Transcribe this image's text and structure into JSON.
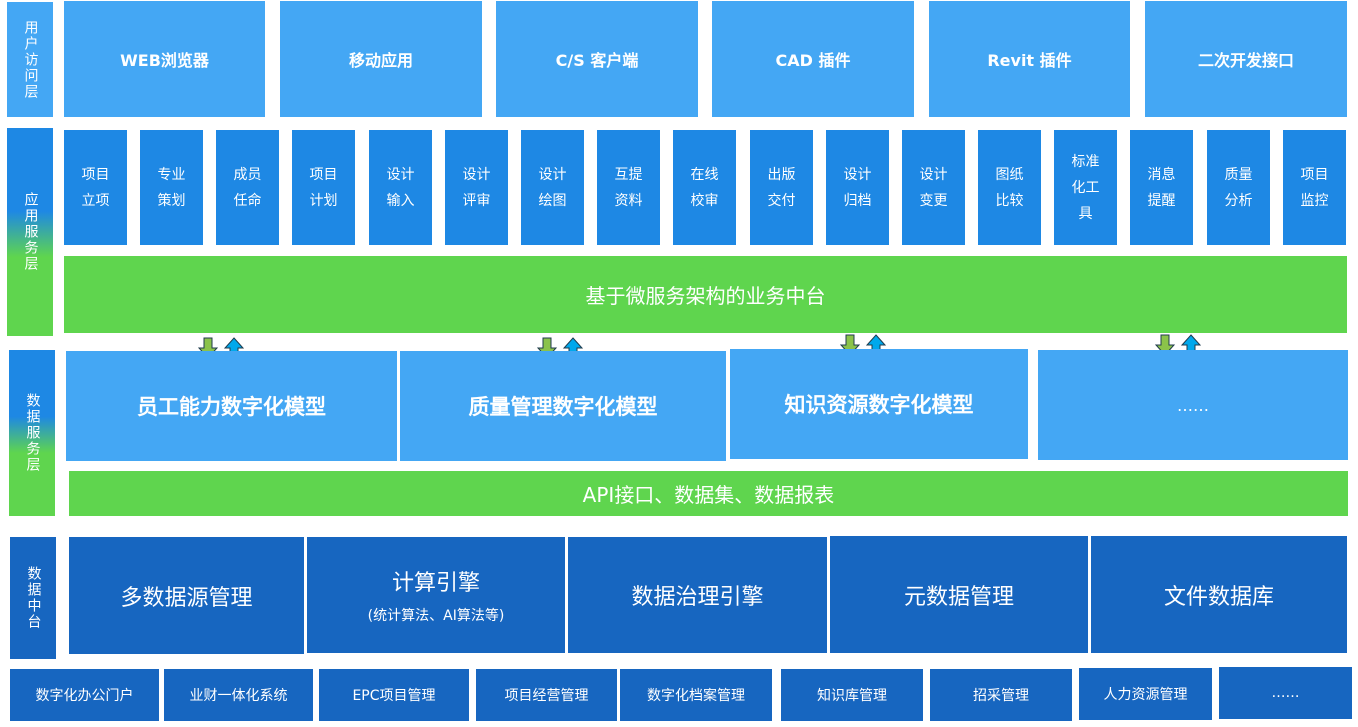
{
  "layers": {
    "access": "用户访问层",
    "app": "应用服务层",
    "data_service": "数据服务层",
    "data_platform": "数据中台"
  },
  "access_items": [
    "WEB浏览器",
    "移动应用",
    "C/S 客户端",
    "CAD 插件",
    "Revit 插件",
    "二次开发接口"
  ],
  "app_items": [
    "项目\n立项",
    "专业\n策划",
    "成员\n任命",
    "项目\n计划",
    "设计\n输入",
    "设计\n评审",
    "设计\n绘图",
    "互提\n资料",
    "在线\n校审",
    "出版\n交付",
    "设计\n归档",
    "设计\n变更",
    "图纸\n比较",
    "标准\n化工\n具",
    "消息\n提醒",
    "质量\n分析",
    "项目\n监控"
  ],
  "business_platform": "基于微服务架构的业务中台",
  "models": [
    "员工能力数字化模型",
    "质量管理数字化模型",
    "知识资源数字化模型",
    "……"
  ],
  "api_bar": "API接口、数据集、数据报表",
  "core": [
    {
      "title": "多数据源管理",
      "sub": ""
    },
    {
      "title": "计算引擎",
      "sub": "(统计算法、AI算法等)"
    },
    {
      "title": "数据治理引擎",
      "sub": ""
    },
    {
      "title": "元数据管理",
      "sub": ""
    },
    {
      "title": "文件数据库",
      "sub": ""
    }
  ],
  "systems": [
    "数字化办公门户",
    "业财一体化系统",
    "EPC项目管理",
    "项目经营管理",
    "数字化档案管理",
    "知识库管理",
    "招采管理",
    "人力资源管理",
    "……"
  ],
  "icons": {
    "down": "arrow-down-icon",
    "up": "arrow-up-icon"
  },
  "colors": {
    "light_blue": "#44a7f4",
    "mid_blue": "#1e88e4",
    "dark_blue": "#1766c0",
    "green": "#5fd54e",
    "arrow_green": "#8bc34a",
    "arrow_blue": "#00a8ec"
  }
}
